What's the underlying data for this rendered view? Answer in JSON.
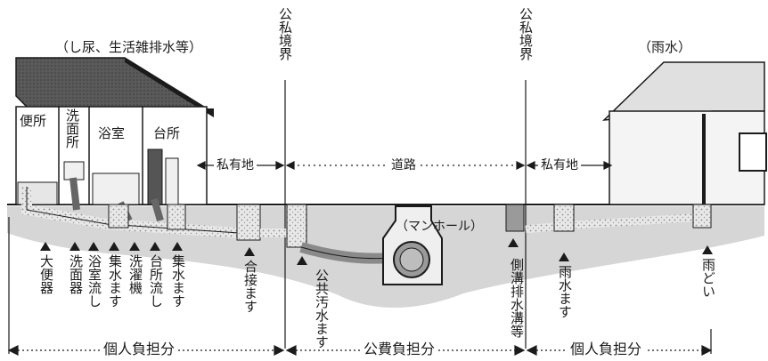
{
  "header": {
    "sewage_label": "（し尿、生活雑排水等）",
    "rain_label": "（雨水）",
    "boundary_left": "公私境界",
    "boundary_right": "公私境界"
  },
  "rooms": {
    "toilet": "便所",
    "washroom": "洗面所",
    "bathroom": "浴室",
    "kitchen": "台所"
  },
  "areas": {
    "private_left": "私有地",
    "road": "道路",
    "private_right": "私有地"
  },
  "manhole_label": "（マンホール）",
  "fixtures": [
    {
      "id": "toilet-bowl",
      "label": "大便器"
    },
    {
      "id": "wash-basin",
      "label": "洗面器"
    },
    {
      "id": "bath-drain",
      "label": "浴室流し"
    },
    {
      "id": "collect-box-1",
      "label": "集水ます"
    },
    {
      "id": "washing-machine",
      "label": "洗濯機"
    },
    {
      "id": "kitchen-sink",
      "label": "台所流し"
    },
    {
      "id": "collect-box-2",
      "label": "集水ます"
    },
    {
      "id": "junction-box",
      "label": "合接ます"
    },
    {
      "id": "public-sewer-box",
      "label": "公共汚水ます"
    },
    {
      "id": "side-ditch",
      "label": "排水溝等"
    },
    {
      "id": "side-ditch-top",
      "label": "側溝"
    },
    {
      "id": "rain-box",
      "label": "雨水ます"
    },
    {
      "id": "downspout",
      "label": "雨どい"
    }
  ],
  "burden": {
    "individual_left": "個人負担分",
    "public": "公費負担分",
    "individual_right": "個人負担分"
  },
  "colors": {
    "ink": "#1b1b1b",
    "roof": "#4a4a4a",
    "soil": "#cfcfcf",
    "pipe": "#8a8a8a",
    "wall_shade": "#e6e6e6"
  }
}
